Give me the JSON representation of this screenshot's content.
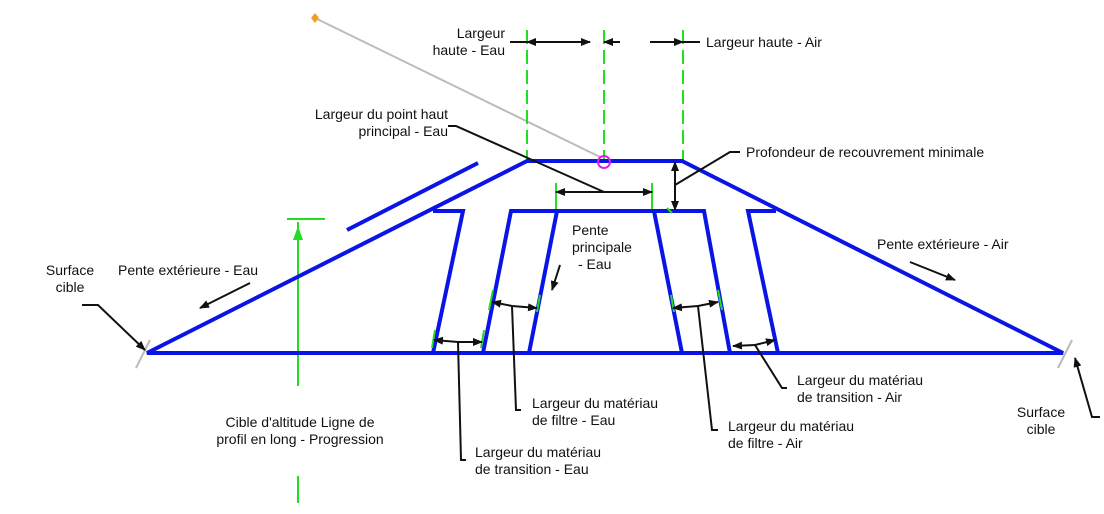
{
  "colors": {
    "structure": "#0a14e6",
    "guide": "#22dd22",
    "leader": "#111111",
    "marker": "#e020e0",
    "pointer": "#bbbbbb",
    "handle": "#f0a020"
  },
  "labels": {
    "top_width_water": [
      "Largeur",
      "haute - Eau"
    ],
    "top_width_air": "Largeur haute - Air",
    "crest_width_water": [
      "Largeur du point haut",
      "principal - Eau"
    ],
    "min_cover_depth": "Profondeur de recouvrement minimale",
    "main_slope_water": [
      "Pente",
      "principale",
      "- Eau"
    ],
    "outer_slope_water": "Pente extérieure - Eau",
    "outer_slope_air": "Pente extérieure - Air",
    "target_surface_left": [
      "Surface",
      "cible"
    ],
    "target_surface_right": [
      "Surface",
      "cible"
    ],
    "elevation_target": [
      "Cible d'altitude Ligne de",
      "profil en long - Progression"
    ],
    "filter_width_water": [
      "Largeur du matériau",
      "de filtre - Eau"
    ],
    "transition_width_water": [
      "Largeur du matériau",
      "de transition - Eau"
    ],
    "filter_width_air": [
      "Largeur du matériau",
      "de filtre - Air"
    ],
    "transition_width_air": [
      "Largeur du matériau",
      "de transition - Air"
    ]
  }
}
